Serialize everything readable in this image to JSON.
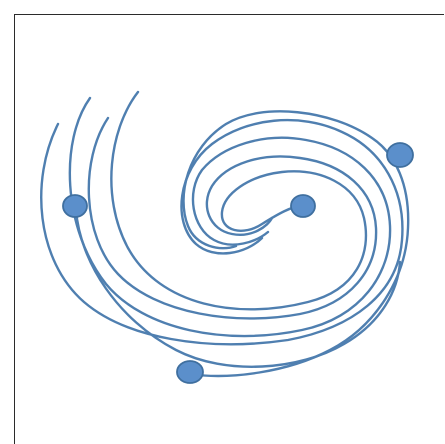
{
  "diagram": {
    "colors": {
      "curve": "#4f7fb0",
      "node_fill": "#5b8fcb",
      "node_stroke": "#3f6f9f",
      "frame": "#2b2b2b",
      "background": "#ffffff"
    },
    "elements": {
      "arms": [
        "spiral-arm",
        "spiral-arm",
        "spiral-arm",
        "spiral-arm",
        "spiral-arm"
      ],
      "nodes": [
        "node",
        "node",
        "node",
        "node"
      ]
    }
  }
}
